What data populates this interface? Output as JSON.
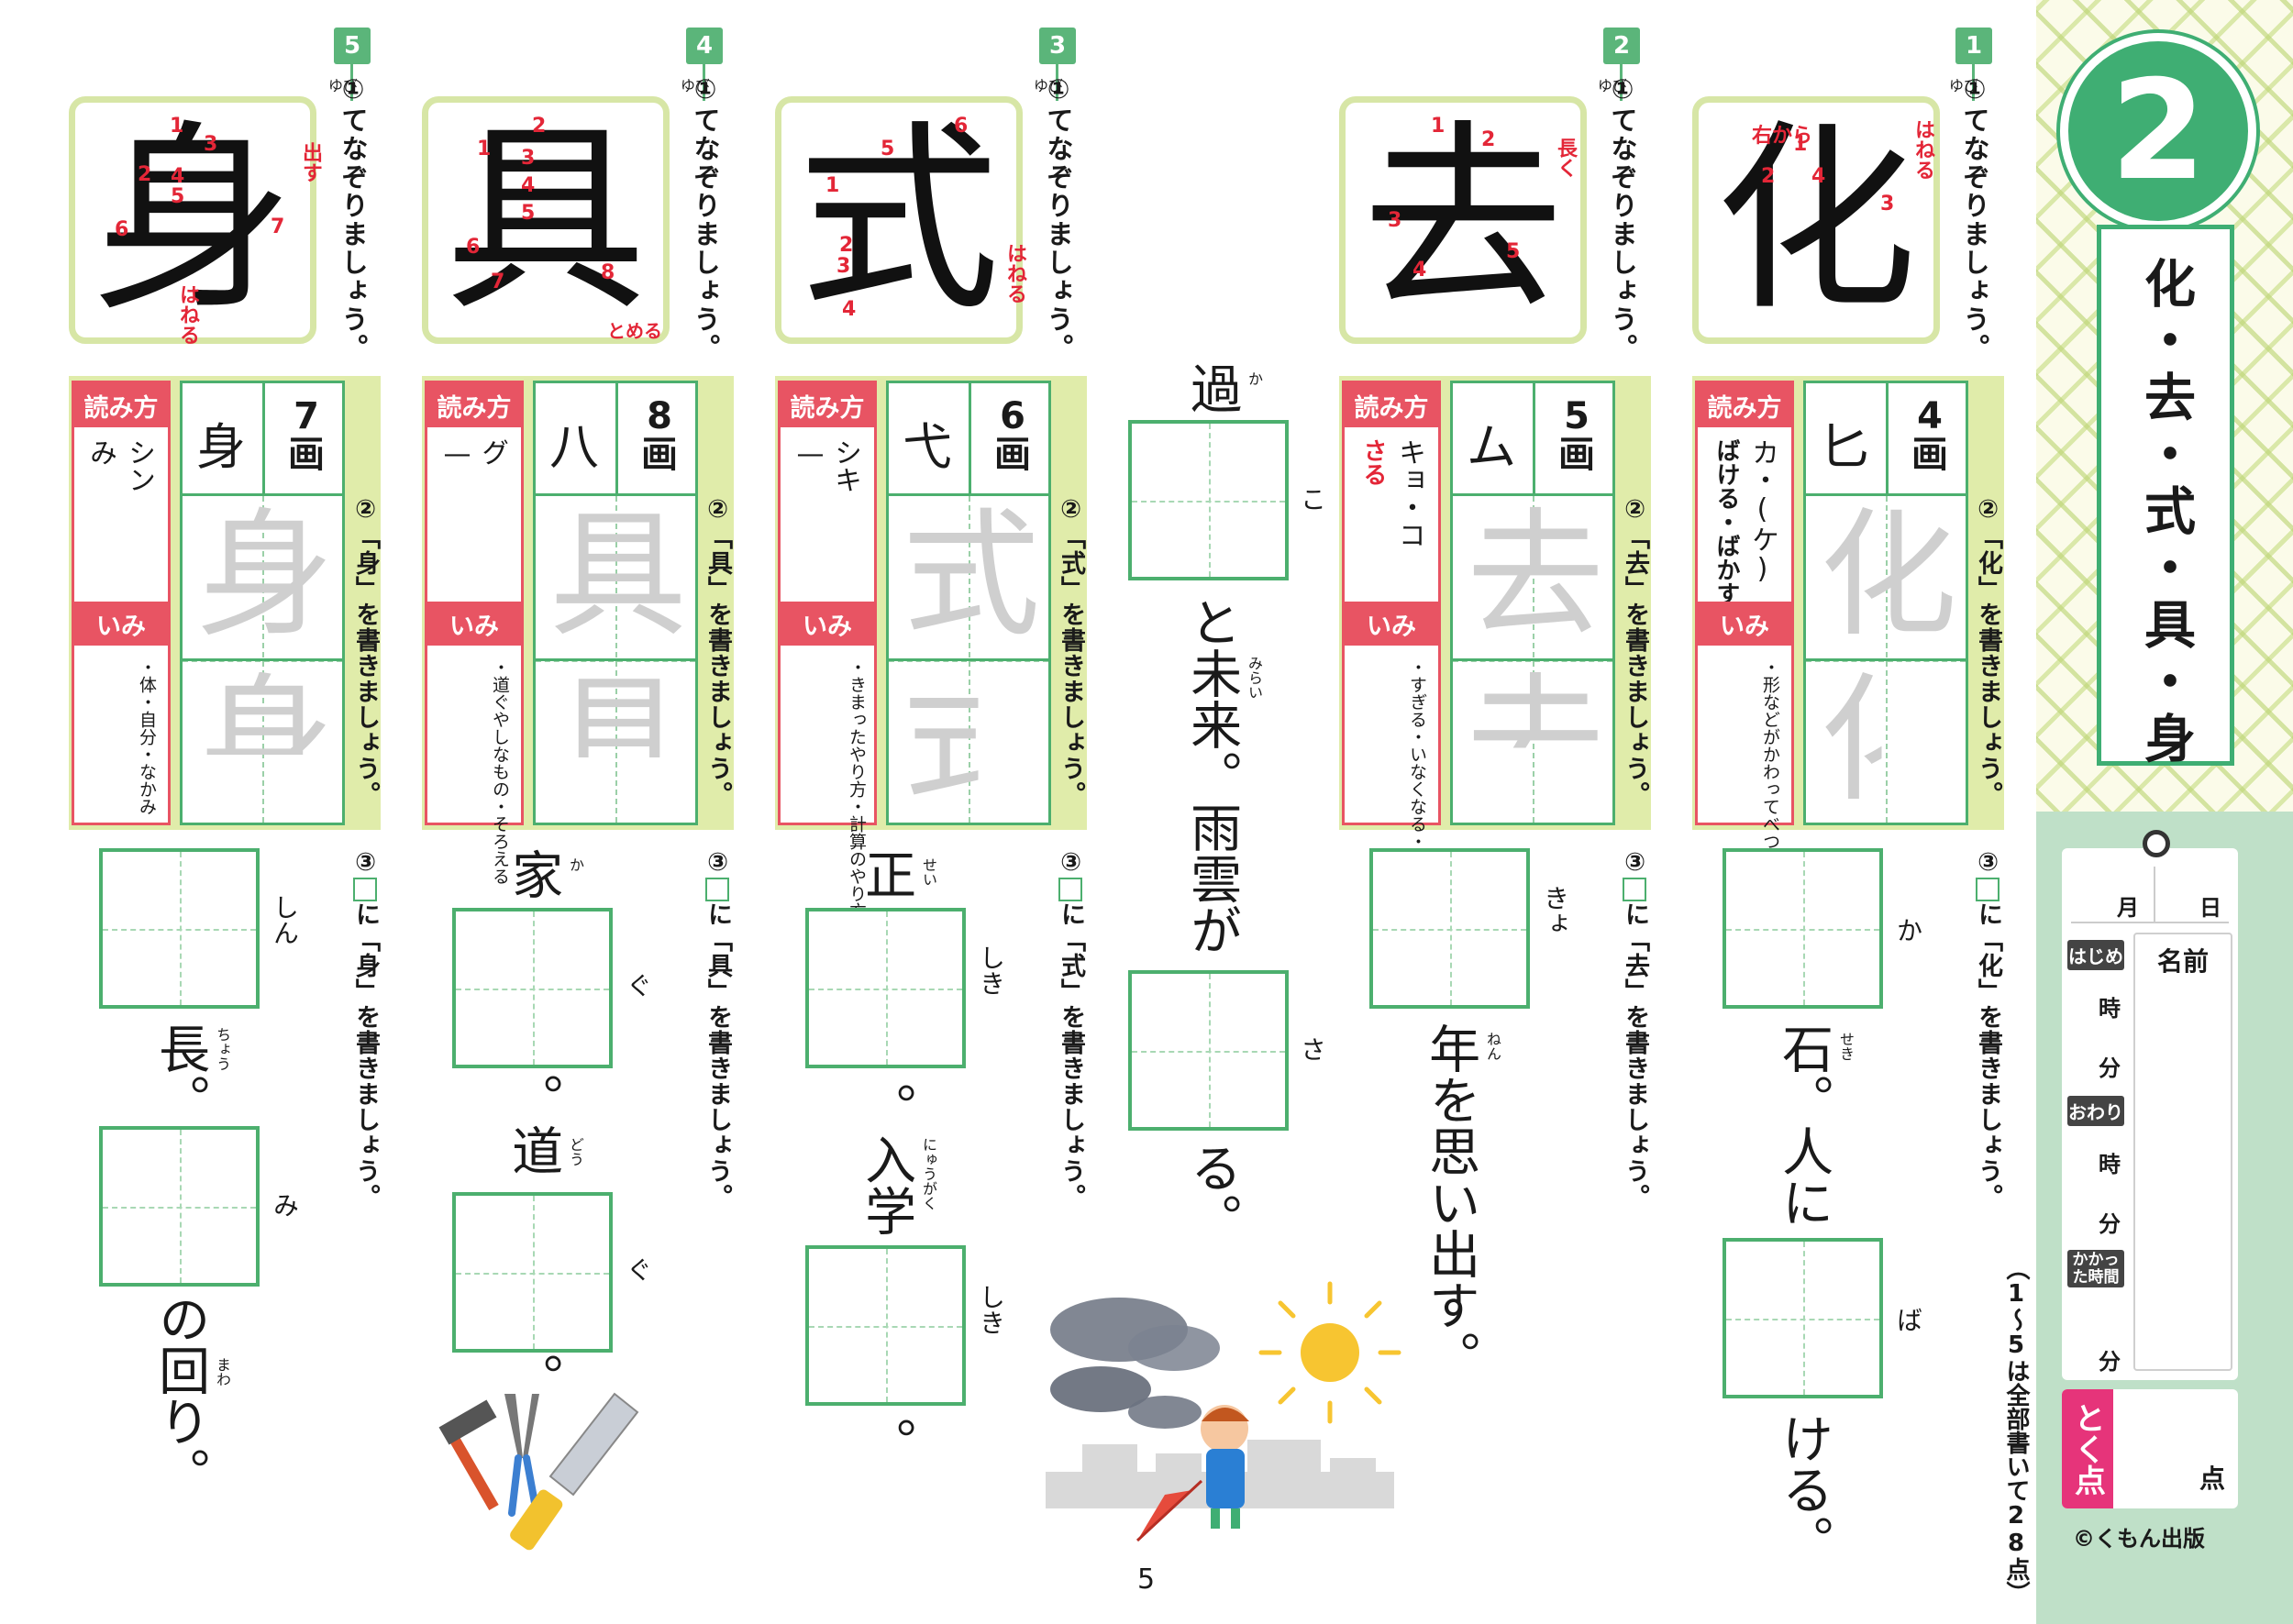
{
  "lesson": {
    "number": "2",
    "title": "化・去・式・具・身"
  },
  "record_card": {
    "month": "月",
    "day": "日",
    "start_label": "はじめ",
    "end_label": "おわり",
    "elapsed_label": "かかった時間",
    "hour": "時",
    "minute": "分",
    "name_label": "名前",
    "score_label": "とく点",
    "score_unit": "点"
  },
  "copyright": "©くもん出版",
  "total_note": "（1〜5は全部書いて28点）",
  "page_number": "5",
  "common": {
    "finger_hint": "ゆび",
    "step1": "①",
    "step1_text": "てなぞりましょう。",
    "step2": "②",
    "step3": "③",
    "reading_label": "読み方",
    "meaning_label": "いみ"
  },
  "lessons": [
    {
      "badge": "1",
      "kanji": "化",
      "stroke_count": "4",
      "stroke_unit": "画",
      "radical": "匕",
      "write_text": "「化」を書きましょう。",
      "fill_text": "に「化」を書きましょう。",
      "on_reading": "カ・(ケ)",
      "kun_reading": "ばける・ばかす",
      "meaning": "・形などがかわってべつのものになる",
      "notes": [
        "右から",
        "はねる"
      ],
      "stroke_nums": [
        "1",
        "2",
        "3",
        "4"
      ],
      "sentence1": {
        "hint": "か",
        "after": "石。人に",
        "ruby": "せき"
      },
      "sentence2": {
        "hint": "ば",
        "after": "ける。"
      }
    },
    {
      "badge": "2",
      "kanji": "去",
      "stroke_count": "5",
      "stroke_unit": "画",
      "radical": "ム",
      "write_text": "「去」を書きましょう。",
      "fill_text": "に「去」を書きましょう。",
      "on_reading": "キョ・コ",
      "kun_reading": "さる",
      "meaning": "・すぎる・いなくなる・とりのぞく",
      "notes": [
        "長く"
      ],
      "stroke_nums": [
        "1",
        "2",
        "3",
        "4",
        "5"
      ],
      "sentence1": {
        "hint": "きょ",
        "after": "年を思い出す。",
        "ruby": "ねん"
      }
    },
    {
      "badge": "",
      "kanji": "",
      "sentence_before": "過",
      "sentence_before_ruby": "か",
      "hint1": "こ",
      "middle": "と未来。雨雲が",
      "middle_ruby": "みらい",
      "hint2": "さ",
      "after": "る。"
    },
    {
      "badge": "3",
      "kanji": "式",
      "stroke_count": "6",
      "stroke_unit": "画",
      "radical": "弋",
      "write_text": "「式」を書きましょう。",
      "fill_text": "に「式」を書きましょう。",
      "on_reading": "シキ",
      "kun_reading": "—",
      "meaning": "・きまったやり方・計算のやり方をあらわしたもの",
      "notes": [
        "はねる"
      ],
      "stroke_nums": [
        "1",
        "2",
        "3",
        "4",
        "5",
        "6"
      ],
      "sentence1": {
        "before": "正",
        "before_ruby": "せい",
        "hint": "しき",
        "after": "。入学",
        "after_ruby": "にゅうがく"
      },
      "sentence2": {
        "hint": "しき",
        "after": "。"
      }
    },
    {
      "badge": "4",
      "kanji": "具",
      "stroke_count": "8",
      "stroke_unit": "画",
      "radical": "八",
      "write_text": "「具」を書きましょう。",
      "fill_text": "に「具」を書きましょう。",
      "on_reading": "グ",
      "kun_reading": "—",
      "meaning": "・道ぐやしなもの・そろえる",
      "notes": [
        "とめる"
      ],
      "stroke_nums": [
        "1",
        "2",
        "3",
        "4",
        "5",
        "6",
        "7",
        "8"
      ],
      "sentence1": {
        "before": "家",
        "before_ruby": "か",
        "hint": "ぐ",
        "after": "。道",
        "after_ruby": "どう"
      },
      "sentence2": {
        "hint": "ぐ",
        "after": "。"
      }
    },
    {
      "badge": "5",
      "kanji": "身",
      "stroke_count": "7",
      "stroke_unit": "画",
      "radical": "身",
      "write_text": "「身」を書きましょう。",
      "fill_text": "に「身」を書きましょう。",
      "on_reading": "シン",
      "kun_reading": "み",
      "meaning": "・体・自分・なかみ",
      "notes": [
        "出す",
        "はねる"
      ],
      "stroke_nums": [
        "1",
        "2",
        "3",
        "4",
        "5",
        "6",
        "7"
      ],
      "sentence1": {
        "hint": "しん",
        "after": "長。",
        "ruby": "ちょう"
      },
      "sentence2": {
        "hint": "み",
        "after": "の回り。",
        "ruby": "まわ"
      }
    }
  ],
  "colors": {
    "accent_green": "#3fae73",
    "reading_red": "#e85463",
    "panel_lime": "#e0ecaa",
    "score_pink": "#e6347a"
  }
}
